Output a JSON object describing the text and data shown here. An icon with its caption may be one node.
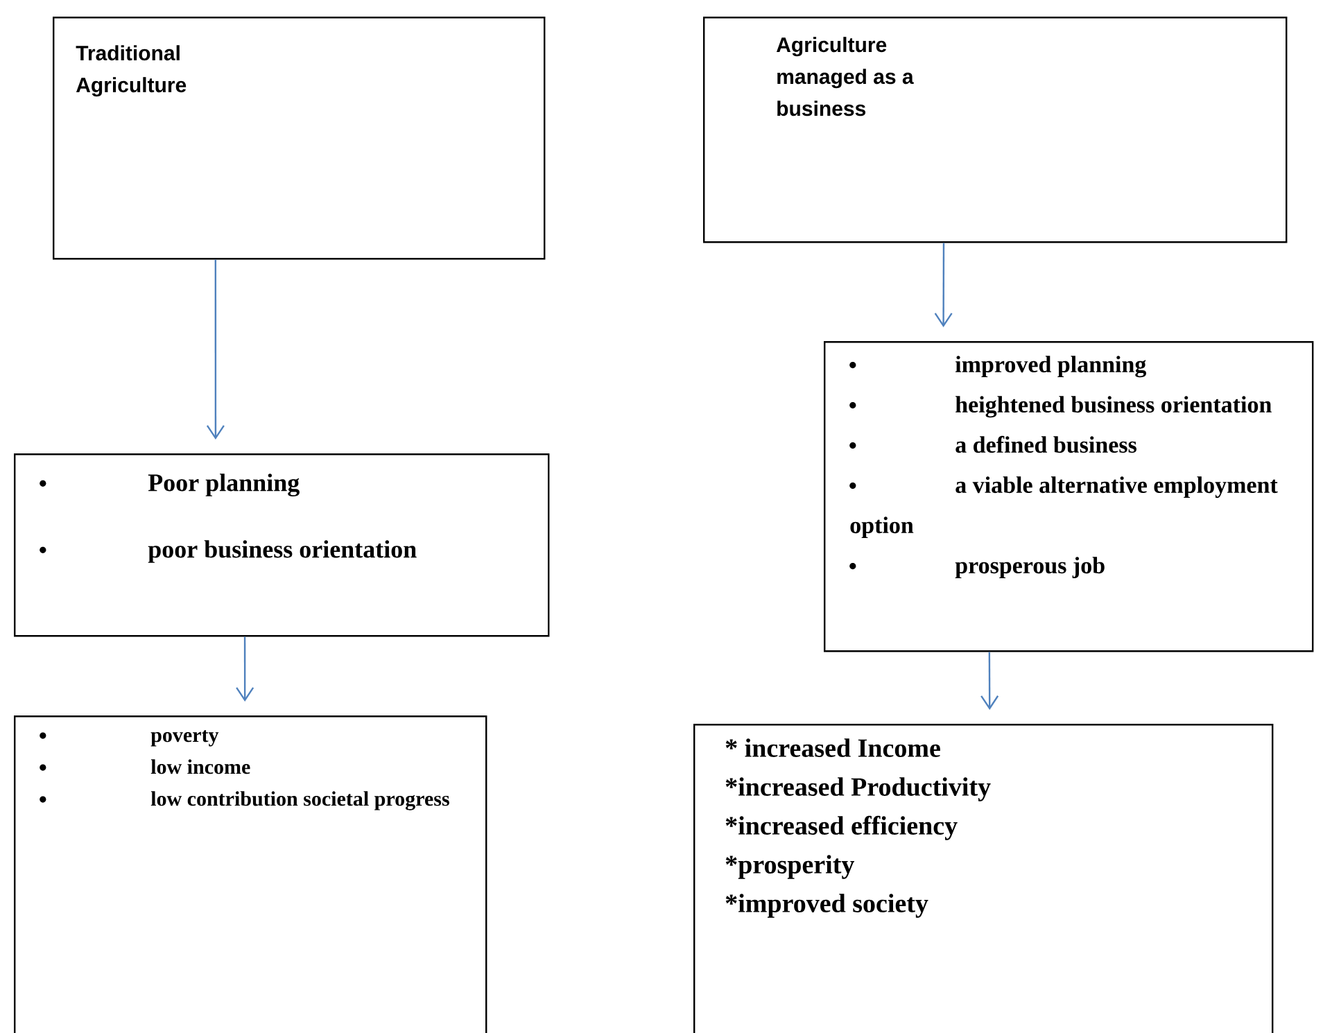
{
  "diagram": {
    "nodes": [
      {
        "text": [
          "Traditional Agriculture"
        ]
      },
      {
        "text": [
          "Agriculture managed as a business"
        ]
      },
      {
        "text": [
          "Poor planning",
          "poor business orientation"
        ]
      },
      {
        "text": [
          "improved planning",
          "heightened business orientation",
          "a defined business",
          "a viable alternative employment option",
          "prosperous job"
        ]
      },
      {
        "text": [
          "poverty",
          "low income",
          "low contribution societal progress"
        ]
      },
      {
        "text": [
          "* increased Income",
          "*increased Productivity",
          "*increased efficiency",
          "*prosperity",
          "*improved society"
        ]
      }
    ],
    "edges": [
      {
        "from": 0,
        "to": 2,
        "arrow": "to"
      },
      {
        "from": 2,
        "to": 4,
        "arrow": "to"
      },
      {
        "from": 1,
        "to": 3,
        "arrow": "to"
      },
      {
        "from": 3,
        "to": 5,
        "arrow": "to"
      }
    ]
  }
}
